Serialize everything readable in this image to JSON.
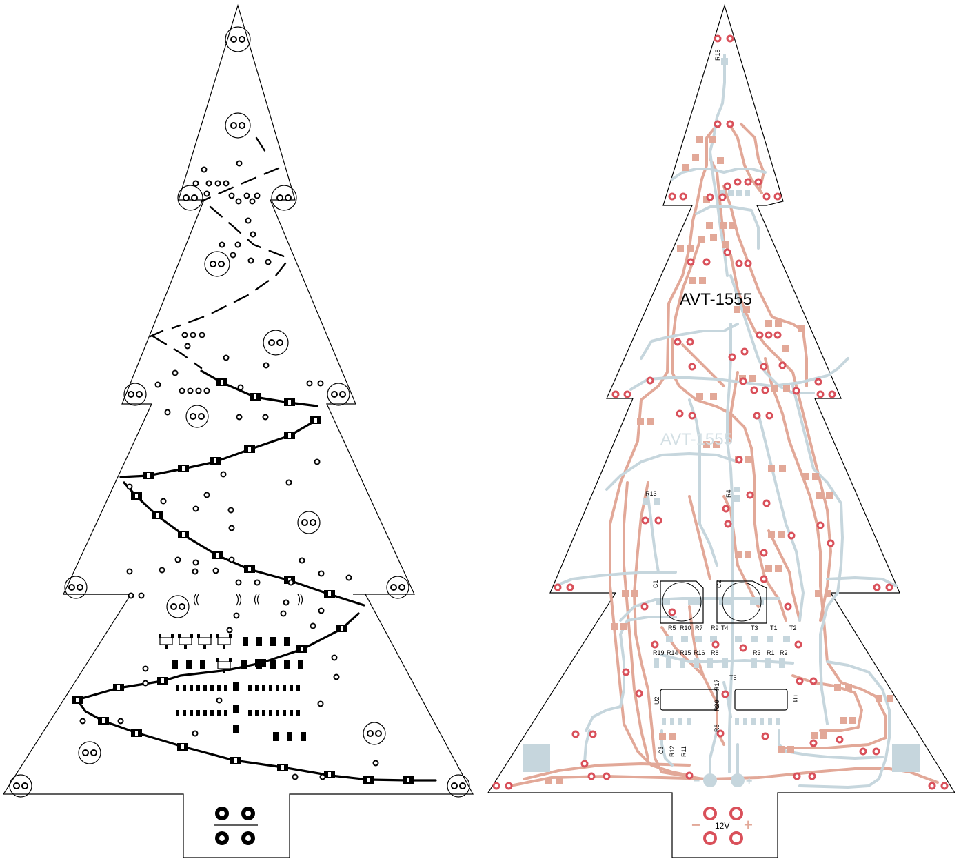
{
  "board": {
    "title": "AVT-1555",
    "title_mirror": "AVT-1555",
    "supply_label": "12V",
    "supply_minus": "−",
    "supply_plus": "+",
    "minus_b": "−",
    "plus_b": "+"
  },
  "refs": [
    "R18",
    "R13",
    "R4",
    "C1",
    "C2",
    "R5",
    "R10",
    "R7",
    "R9",
    "T4",
    "T3",
    "T1",
    "T2",
    "R19",
    "R14",
    "R15",
    "R16",
    "R8",
    "R3",
    "R1",
    "R2",
    "R17",
    "T5",
    "U2",
    "U1",
    "R20",
    "R6",
    "C3",
    "R12",
    "R11"
  ],
  "colors": {
    "top_copper": "#e2a898",
    "bottom_copper": "#c6d6dd",
    "pad_ring": "#d9505a",
    "outline": "#000000"
  }
}
